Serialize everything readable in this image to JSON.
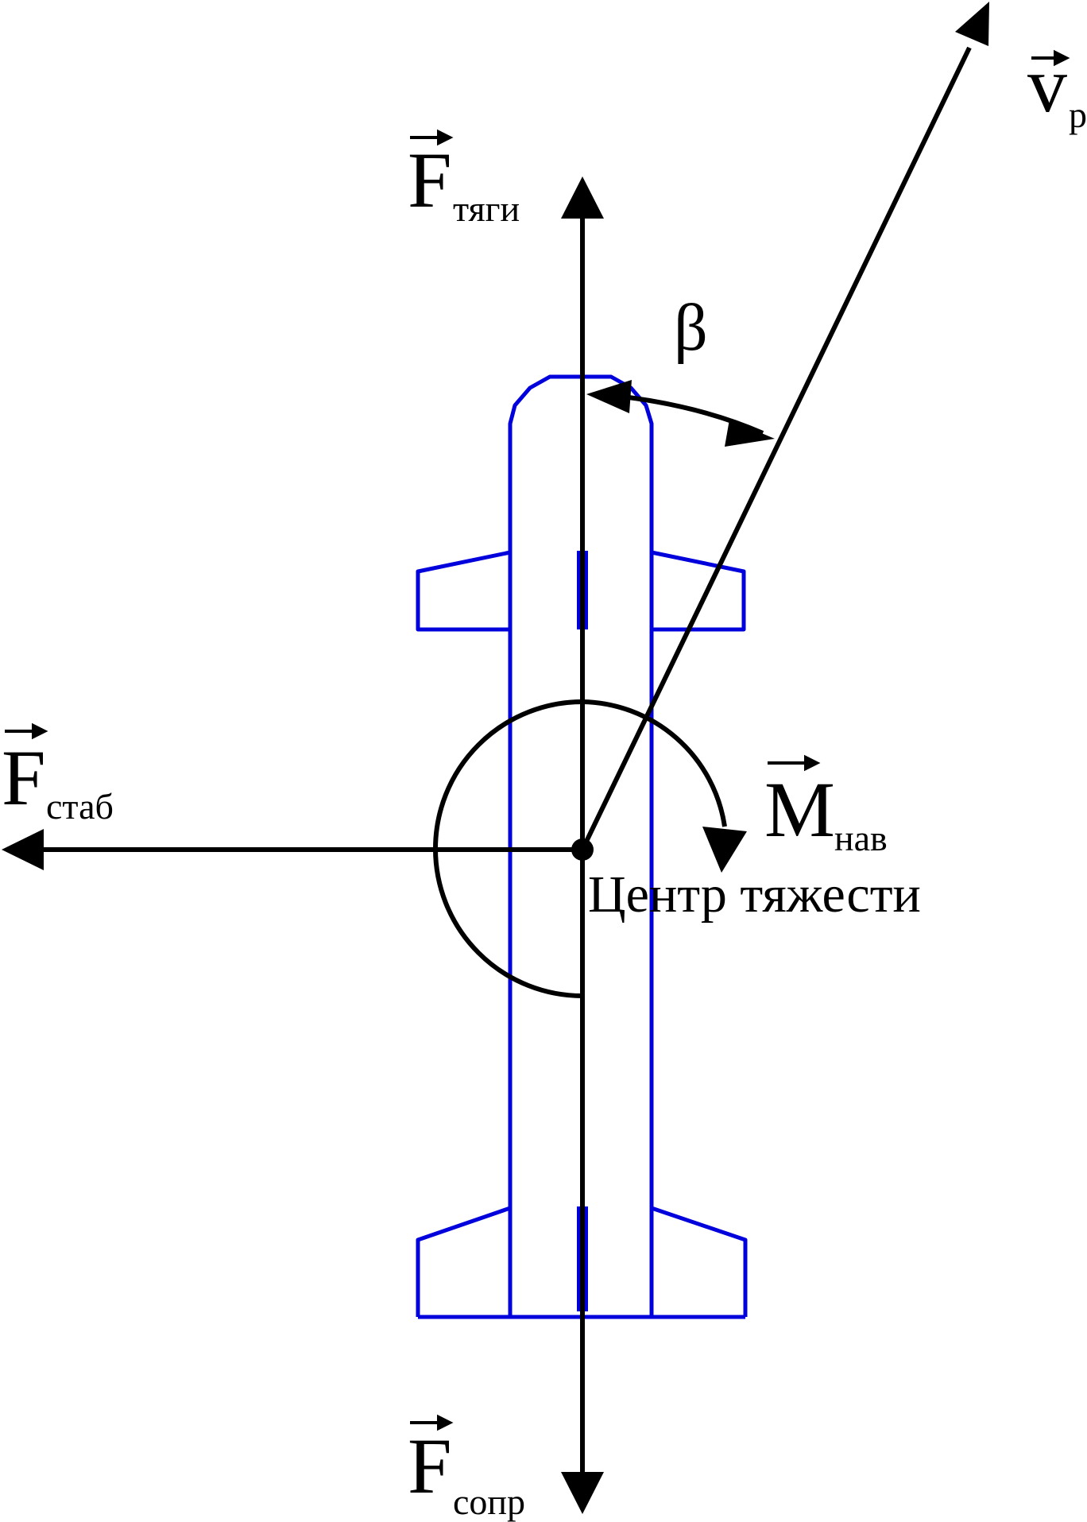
{
  "labels": {
    "f_thrust": {
      "main": "F",
      "sub": "тяги"
    },
    "f_drag": {
      "main": "F",
      "sub": "сопр"
    },
    "f_stab": {
      "main": "F",
      "sub": "стаб"
    },
    "m_nav": {
      "main": "M",
      "sub": "нав"
    },
    "v_r": {
      "main": "v",
      "sub": "р"
    },
    "beta": "β",
    "center_of_gravity": "Центр тяжести"
  },
  "colors": {
    "rocket_outline": "#0000dd",
    "force_lines": "#000000"
  }
}
